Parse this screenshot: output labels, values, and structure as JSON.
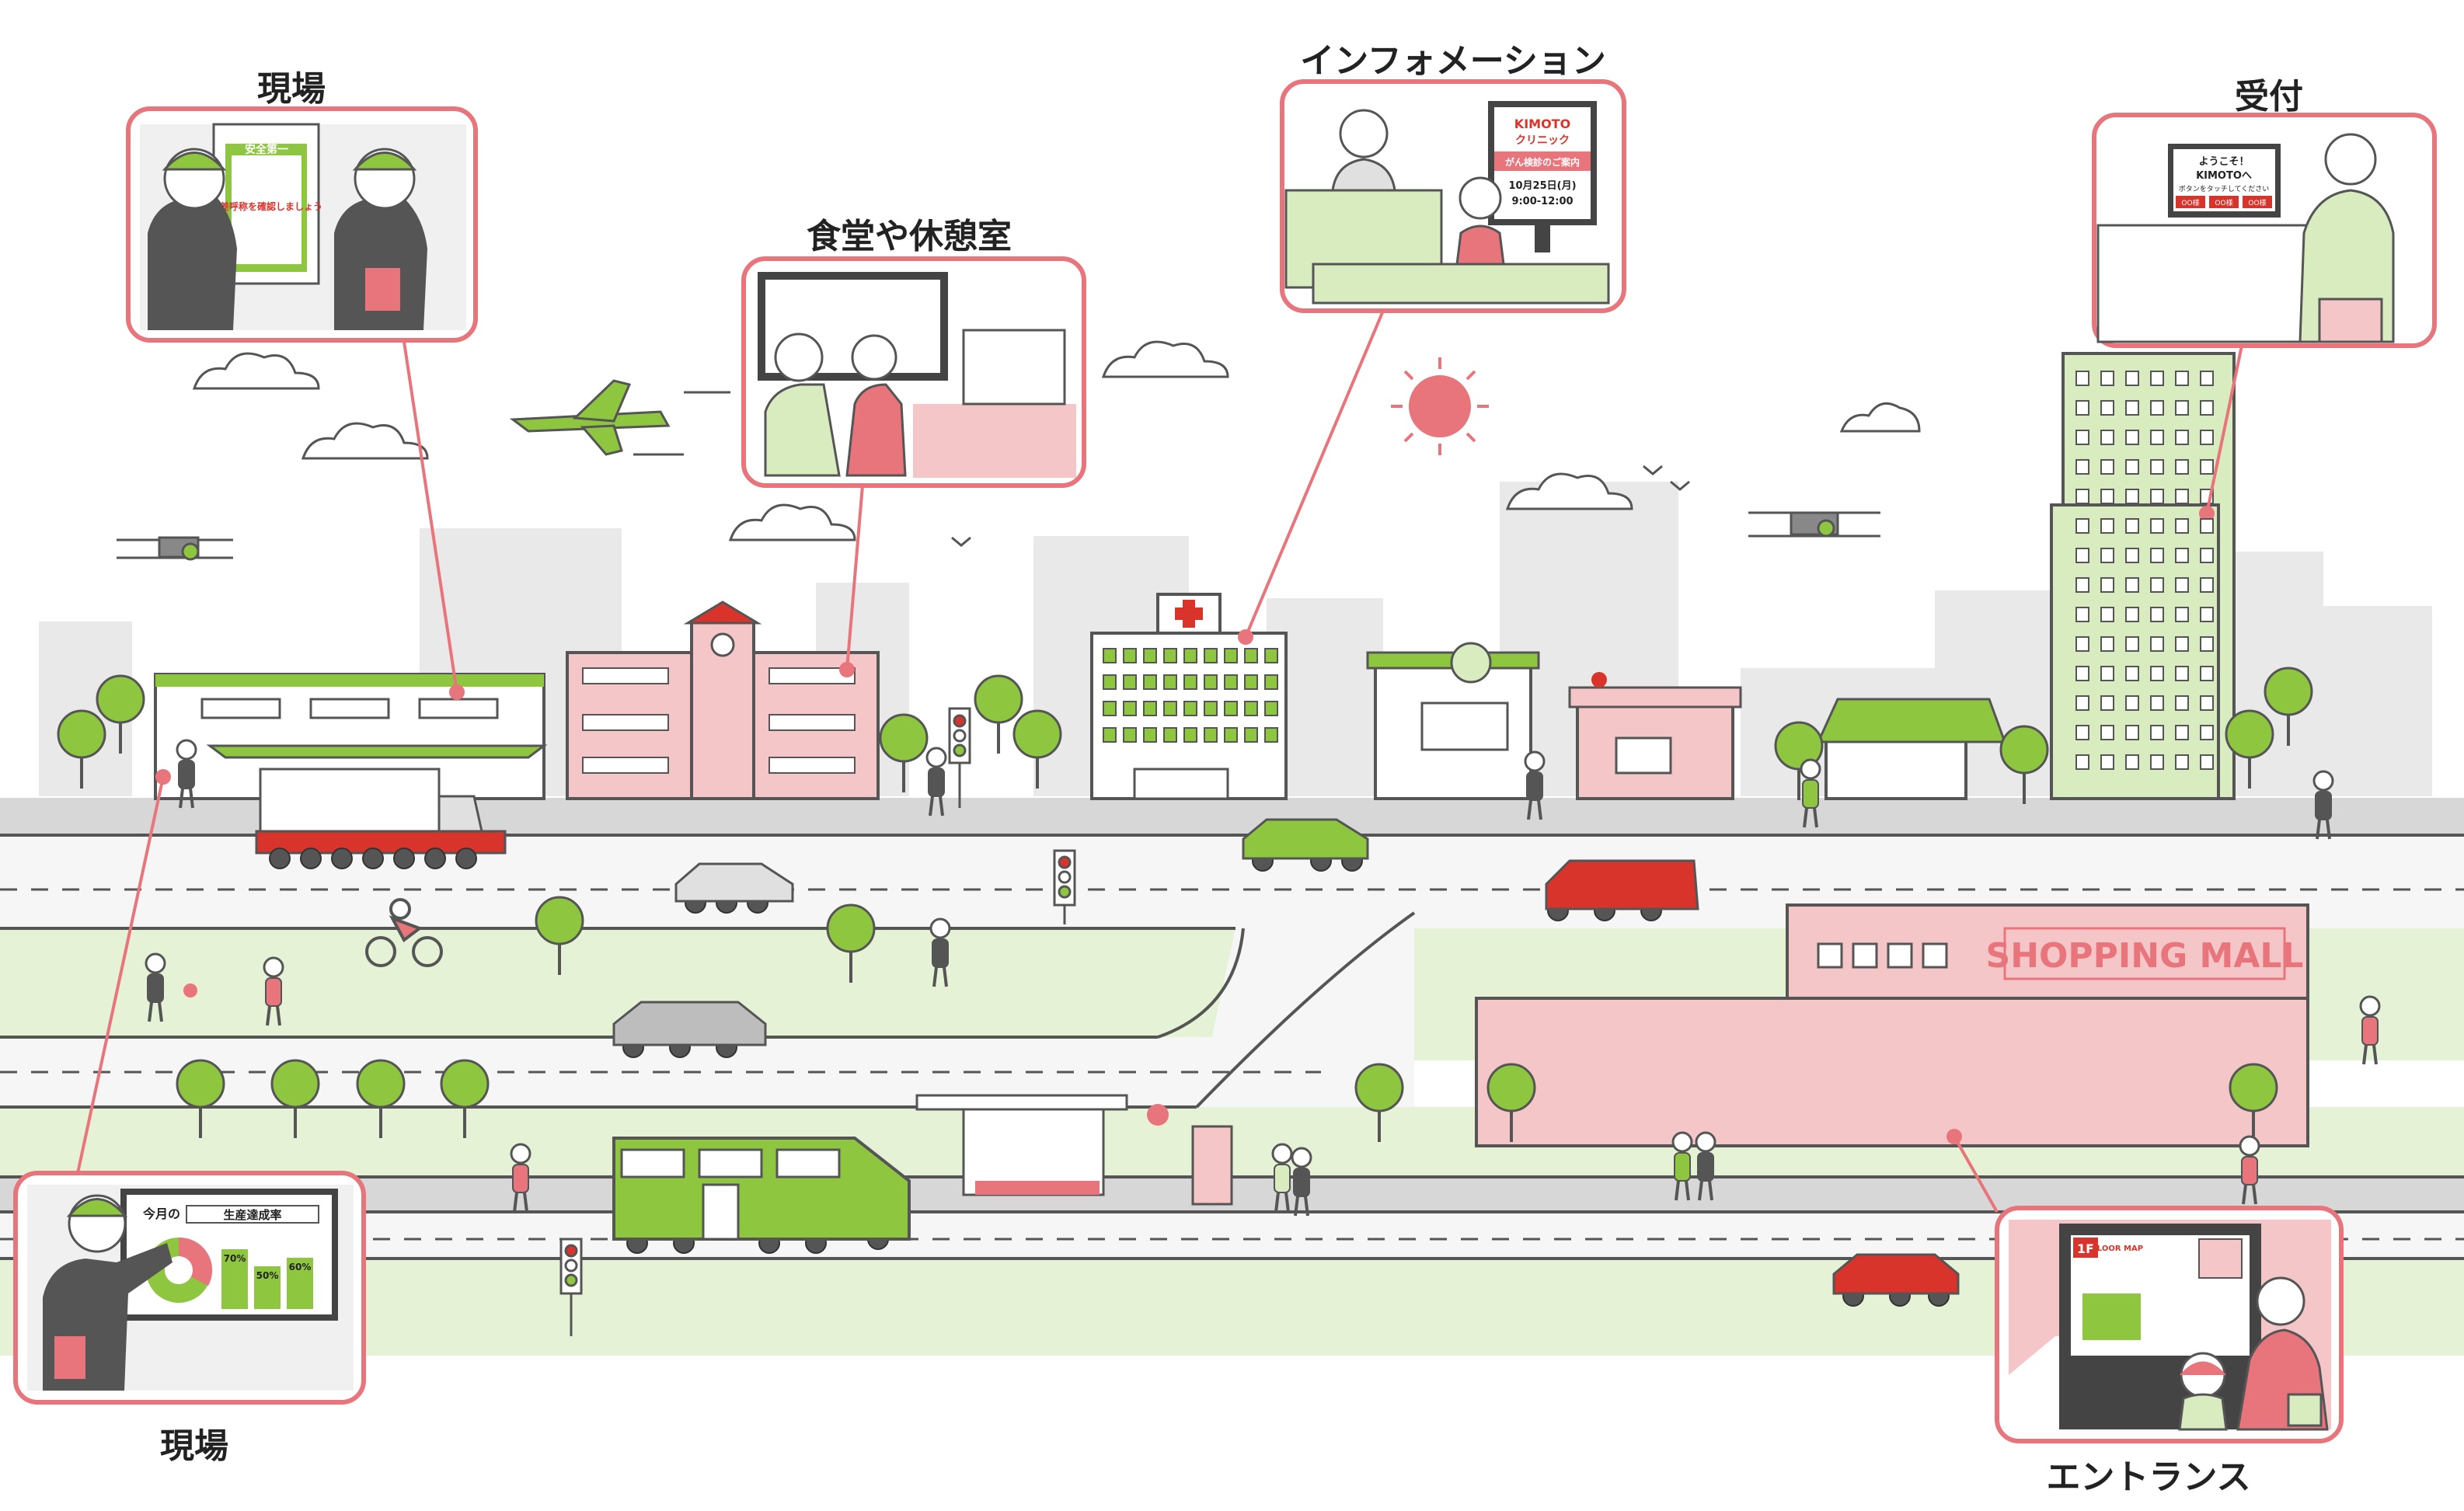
{
  "callouts": {
    "genba_top": "現場",
    "genba_bottom": "現場",
    "shokudo": "食堂や休憩室",
    "information": "インフォメーション",
    "uketsuke": "受付",
    "entrance": "エントランス"
  },
  "signage": {
    "safety_banner": "安全第一",
    "safety_body": "指差呼称を確認しましょう",
    "clinic_brand": "KIMOTO",
    "clinic_name": "クリニック",
    "clinic_info": "がん検診のご案内",
    "clinic_date": "10月25日(月)",
    "clinic_time": "9:00-12:00",
    "reception_welcome": "ようこそ！",
    "reception_brand": "KIMOTOへ",
    "reception_instruction": "ボタンをタッチしてください",
    "reception_slot": "OO様",
    "production_prefix": "今月の",
    "production_title": "生産達成率",
    "production_bar_1": "70%",
    "production_bar_2": "50%",
    "production_bar_3": "60%",
    "floor_label": "1F",
    "floor_map": "FLOOR MAP",
    "mall_sign": "SHOPPING MALL"
  },
  "production_chart": {
    "values": [
      70,
      50,
      60
    ]
  },
  "colors": {
    "pink": "#e8747c",
    "pink_light": "#f4c6c8",
    "green": "#8ec63f",
    "green_light": "#d8ecbf",
    "red": "#d9342b",
    "gray": "#bdbdbd",
    "dark": "#333333"
  }
}
